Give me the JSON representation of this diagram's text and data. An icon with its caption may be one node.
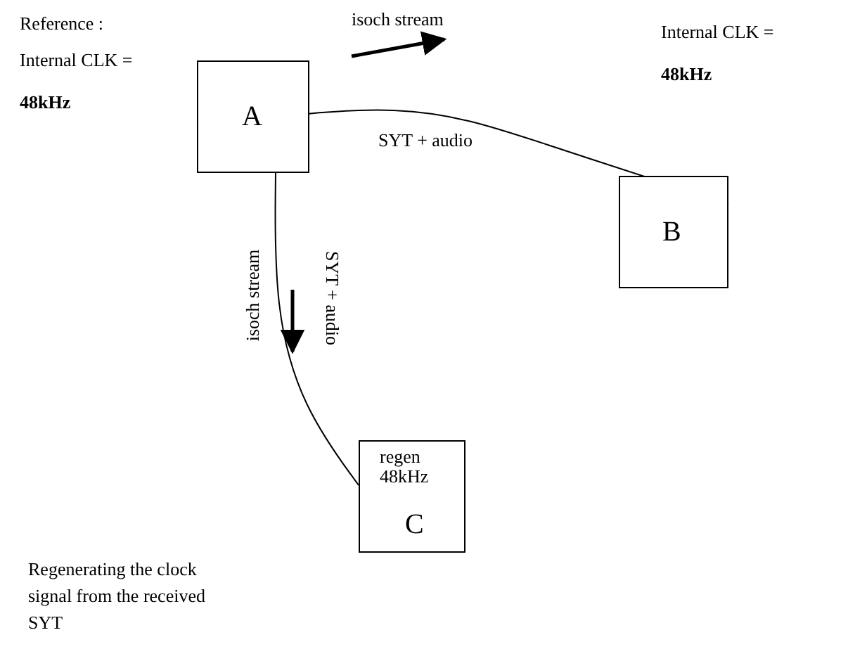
{
  "diagram": {
    "nodes": [
      {
        "text": [
          "A"
        ],
        "beside": [
          "Reference :",
          "Internal CLK = **48kHz**"
        ]
      },
      {
        "text": [
          "B"
        ]
      },
      {
        "text": [
          "regen 48kHz",
          "C"
        ]
      }
    ],
    "edges": [
      {
        "from": 0,
        "to": 1,
        "arrow": "none",
        "label": "SYT + audio"
      },
      {
        "from": 0,
        "to": 2,
        "arrow": "none"
      }
    ],
    "labels": [
      "isoch stream",
      "Internal CLK = **48kHz**",
      "isoch stream",
      "SYT + audio",
      "Regenerating the clock signal from the received SYT"
    ]
  }
}
